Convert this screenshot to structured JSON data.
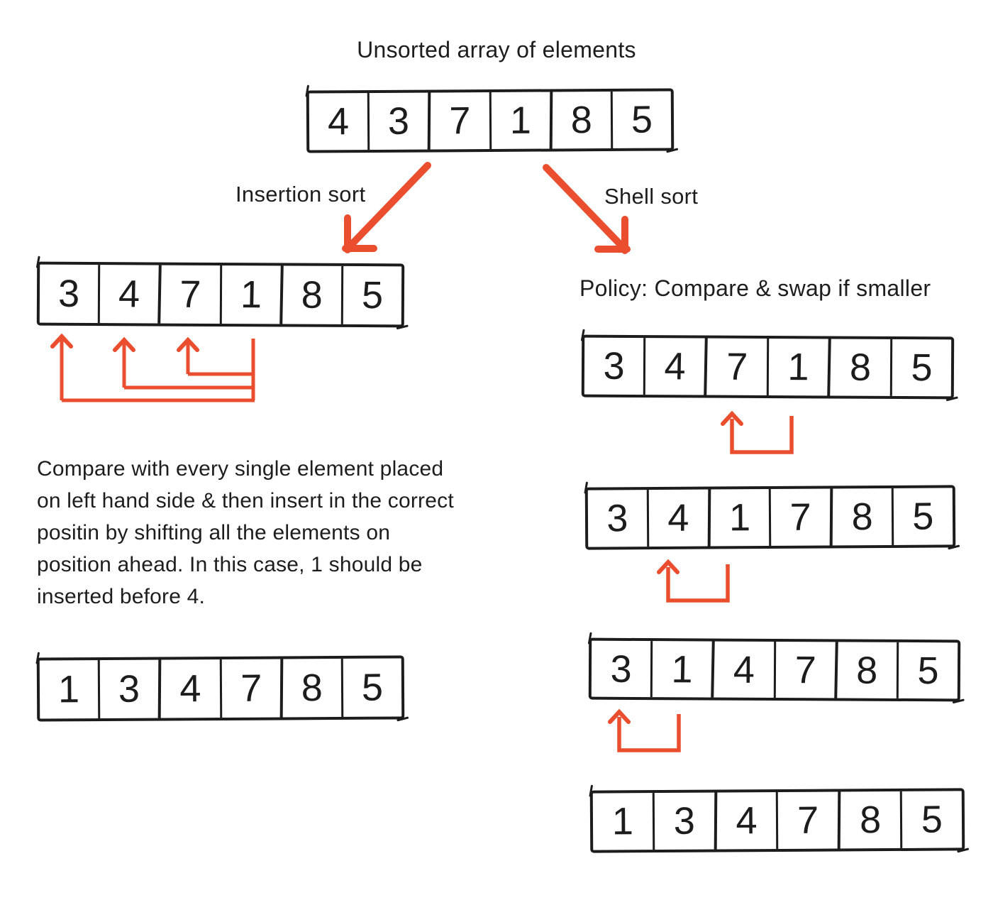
{
  "palette": {
    "ink": "#1C1C1C",
    "accent": "#EA4E2E",
    "background": "#FFFFFF"
  },
  "title": "Unsorted array of elements",
  "unsorted_array": {
    "values": [
      "4",
      "3",
      "7",
      "1",
      "8",
      "5"
    ]
  },
  "branches": {
    "insertion_label": "Insertion sort",
    "shell_label": "Shell sort"
  },
  "insertion": {
    "step_array": {
      "values": [
        "3",
        "4",
        "7",
        "1",
        "8",
        "5"
      ]
    },
    "description_lines": [
      "Compare with every single element placed",
      "on left hand side & then insert in the correct",
      "positin by shifting all the elements on",
      "position ahead. In this case, 1 should be",
      "inserted before 4."
    ],
    "result_array": {
      "values": [
        "1",
        "3",
        "4",
        "7",
        "8",
        "5"
      ]
    }
  },
  "shell": {
    "policy_label": "Policy: Compare & swap if smaller",
    "steps": [
      {
        "values": [
          "3",
          "4",
          "7",
          "1",
          "8",
          "5"
        ]
      },
      {
        "values": [
          "3",
          "4",
          "1",
          "7",
          "8",
          "5"
        ]
      },
      {
        "values": [
          "3",
          "1",
          "4",
          "7",
          "8",
          "5"
        ]
      },
      {
        "values": [
          "1",
          "3",
          "4",
          "7",
          "8",
          "5"
        ]
      }
    ]
  },
  "icons": {
    "branch_arrow": "diagonal-down-arrow",
    "compare_arrows": "up-arrows-from-element",
    "swap_arrow": "u-turn-up-arrow"
  }
}
